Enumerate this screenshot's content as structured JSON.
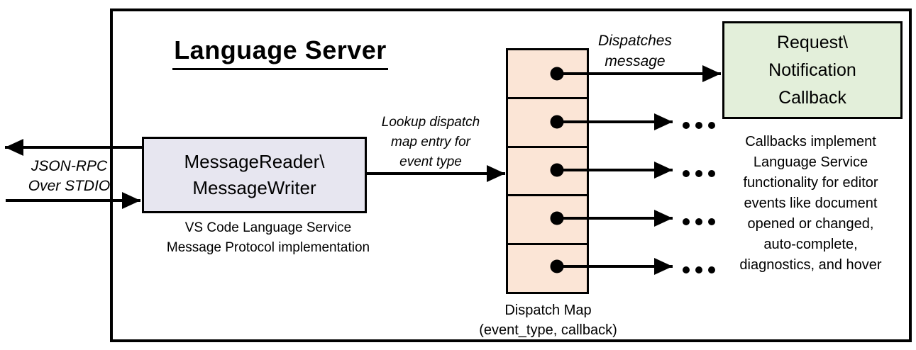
{
  "diagram": {
    "title": "Language Server",
    "io_label": {
      "lines": [
        "JSON-RPC",
        "Over STDIO"
      ]
    },
    "message_box": {
      "lines": [
        "MessageReader\\",
        "MessageWriter"
      ]
    },
    "message_box_caption": {
      "lines": [
        "VS Code Language Service",
        "Message Protocol implementation"
      ]
    },
    "lookup_label": {
      "lines": [
        "Lookup dispatch",
        "map entry for",
        "event type"
      ]
    },
    "dispatches_label": {
      "lines": [
        "Dispatches",
        "message"
      ]
    },
    "callback_box": {
      "lines": [
        "Request\\",
        "Notification",
        "Callback"
      ]
    },
    "callbacks_note": {
      "lines": [
        "Callbacks implement",
        "Language Service",
        "functionality for editor",
        "events like document",
        "opened or changed,",
        "auto-complete,",
        "diagnostics, and hover"
      ]
    },
    "dispatch_map_label": {
      "lines": [
        "Dispatch Map",
        "(event_type, callback)"
      ]
    },
    "icons": {
      "ellipsis": "..."
    },
    "colors": {
      "message_box_fill": "#E7E6F0",
      "dispatch_cell_fill": "#FBE5D6",
      "callback_box_fill": "#E3EFDA",
      "line": "#000000"
    }
  }
}
